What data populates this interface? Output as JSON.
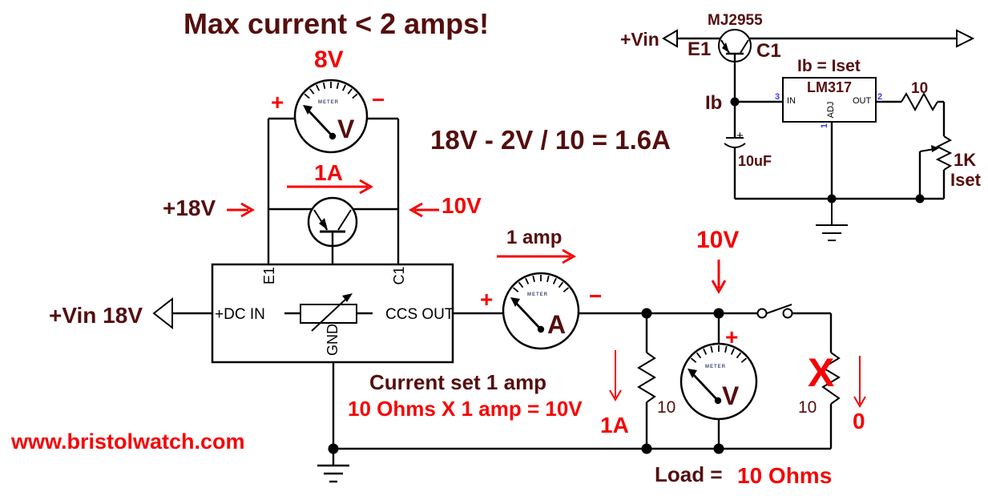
{
  "colors": {
    "red": "#f50505",
    "maroon": "#550e0e",
    "pin_blue": "#3b3bee"
  },
  "title": "Max current < 2 amps!",
  "formula": "18V - 2V / 10 = 1.6A",
  "website": "www.bristolwatch.com",
  "top_loop": {
    "meter_voltage": "8V",
    "plus": "+",
    "minus": "−",
    "meter_brand": "METER",
    "meter_unit": "V",
    "current": "1A",
    "left_node": "+18V",
    "right_node": "10V"
  },
  "ccs_block": {
    "input_label": "+Vin 18V",
    "pin_e1": "E1",
    "pin_c1": "C1",
    "pin_dc_in": "+DC IN",
    "pin_ccs_out": "CCS OUT",
    "pin_gnd": "GND"
  },
  "ammeter": {
    "current_note": "1 amp",
    "plus": "+",
    "minus": "−",
    "meter_brand": "METER",
    "unit": "A"
  },
  "annotations": {
    "current_set": "Current set 1 amp",
    "ohms_calc": "10 Ohms X 1 amp = 10V"
  },
  "load_section": {
    "node_voltage": "10V",
    "r1_value": "10",
    "r1_current": "1A",
    "voltmeter_plus": "+",
    "voltmeter_brand": "METER",
    "voltmeter_unit": "V",
    "fault_mark": "X",
    "r2_value": "10",
    "r2_current": "0",
    "load_label": "Load =",
    "load_value": "10 Ohms"
  },
  "regulator": {
    "vin": "+Vin",
    "transistor": "MJ2955",
    "e1": "E1",
    "c1": "C1",
    "ib": "Ib",
    "ib_equation": "Ib = Iset",
    "ic_name": "LM317",
    "pin_in": "IN",
    "pin_out": "OUT",
    "pin_adj": "ADJ",
    "pin_num_in": "3",
    "pin_num_out": "2",
    "pin_num_adj": "1",
    "cap_plus": "+",
    "cap_value": "10uF",
    "resistor_value": "10",
    "pot_value": "1K",
    "iset_label": "Iset"
  }
}
